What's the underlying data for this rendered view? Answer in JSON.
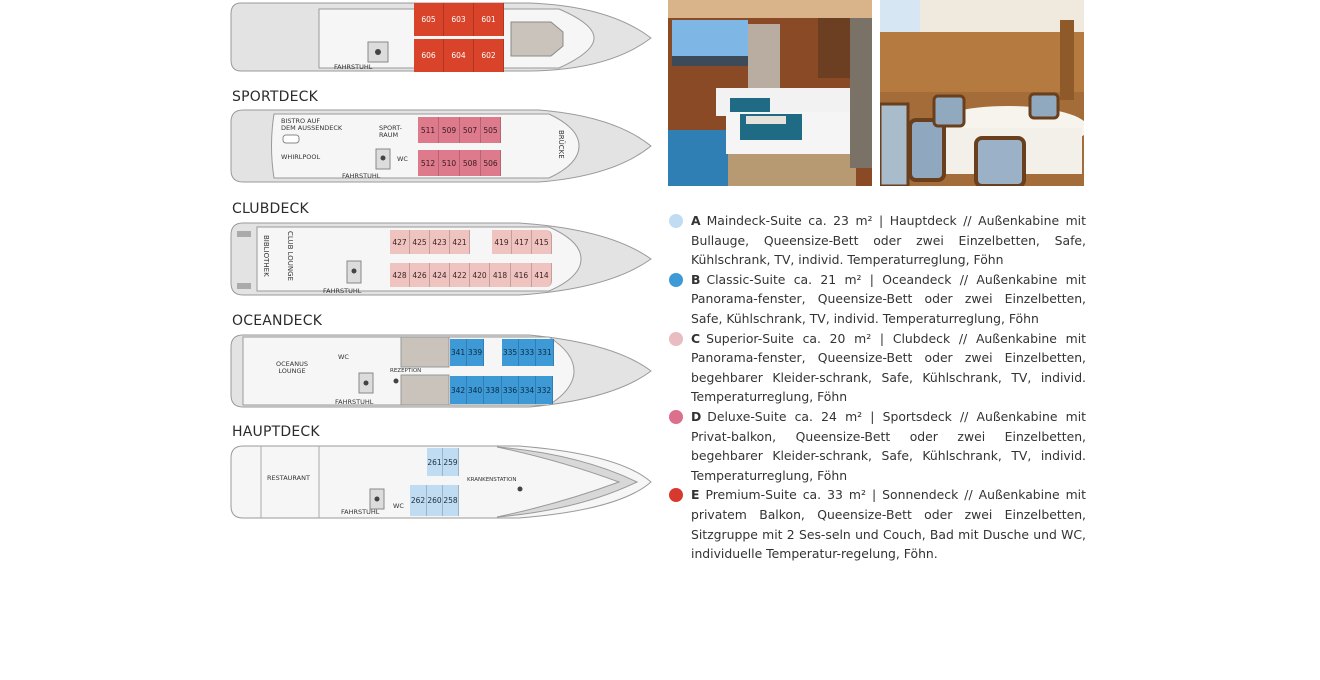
{
  "decks": [
    {
      "id": "sonnendeck",
      "title": "",
      "labels": {
        "elevator": "FAHRSTUHL"
      },
      "cabins": [
        {
          "no": "605",
          "category": "E"
        },
        {
          "no": "603",
          "category": "E"
        },
        {
          "no": "601",
          "category": "E"
        },
        {
          "no": "606",
          "category": "E"
        },
        {
          "no": "604",
          "category": "E"
        },
        {
          "no": "602",
          "category": "E"
        }
      ]
    },
    {
      "id": "sportdeck",
      "title": "SPORTDECK",
      "labels": {
        "bistro": "BISTRO AUF\nDEM AUSSENDECK",
        "whirlpool": "WHIRLPOOL",
        "sportraum": "SPORT-\nRAUM",
        "wc": "WC",
        "elevator": "FAHRSTUHL",
        "bridge": "BRÜCKE"
      },
      "cabins": [
        {
          "no": "511",
          "category": "D"
        },
        {
          "no": "509",
          "category": "D"
        },
        {
          "no": "507",
          "category": "D"
        },
        {
          "no": "505",
          "category": "D"
        },
        {
          "no": "512",
          "category": "D"
        },
        {
          "no": "510",
          "category": "D"
        },
        {
          "no": "508",
          "category": "D"
        },
        {
          "no": "506",
          "category": "D"
        }
      ]
    },
    {
      "id": "clubdeck",
      "title": "CLUBDECK",
      "labels": {
        "library": "BIBLIOTHEK",
        "lounge": "CLUB LOUNGE",
        "elevator": "FAHRSTUHL"
      },
      "cabins_top": [
        "427",
        "425",
        "423",
        "421",
        "419",
        "417",
        "415"
      ],
      "cabins_bottom": [
        "428",
        "426",
        "424",
        "422",
        "420",
        "418",
        "416",
        "414"
      ],
      "category": "C"
    },
    {
      "id": "oceandeck",
      "title": "OCEANDECK",
      "labels": {
        "lounge": "OCEANUS\nLOUNGE",
        "wc": "WC",
        "reception": "REZEPTION",
        "elevator": "FAHRSTUHL"
      },
      "cabins_top": [
        "341",
        "339",
        "335",
        "333",
        "331"
      ],
      "cabins_bottom": [
        "342",
        "340",
        "338",
        "336",
        "334",
        "332"
      ],
      "category": "B"
    },
    {
      "id": "hauptdeck",
      "title": "HAUPTDECK",
      "labels": {
        "restaurant": "RESTAURANT",
        "infirmary": "KRANKENSTATION",
        "elevator": "FAHRSTUHL",
        "wc": "WC"
      },
      "cabins_top": [
        "261",
        "259"
      ],
      "cabins_bottom": [
        "262",
        "260",
        "258"
      ],
      "category": "A"
    }
  ],
  "photos": [
    {
      "name": "suite-bedroom-photo",
      "description": "Twin beds in wood-panelled cabin with panorama window"
    },
    {
      "name": "restaurant-photo",
      "description": "Restaurant with set round tables and upholstered chairs"
    }
  ],
  "legend": [
    {
      "key": "A",
      "color": "#bfdcf2",
      "text": "Maindeck-Suite ca. 23 m² | Hauptdeck // Außenkabine mit Bullauge, Queensize-Bett oder zwei Einzelbetten, Safe, Kühlschrank, TV, individ. Temperaturreglung, Föhn"
    },
    {
      "key": "B",
      "color": "#3d9ad6",
      "text": "Classic-Suite ca. 21 m² | Oceandeck // Außenkabine mit Panorama-fenster, Queensize-Bett oder zwei Einzelbetten, Safe, Kühlschrank, TV, individ. Temperaturreglung, Föhn"
    },
    {
      "key": "C",
      "color": "#e8bcc1",
      "text": "Superior-Suite ca. 20 m² | Clubdeck // Außenkabine mit Panorama-fenster, Queensize-Bett oder zwei Einzelbetten, begehbarer Kleider-schrank, Safe, Kühlschrank, TV, individ. Temperaturreglung, Föhn"
    },
    {
      "key": "D",
      "color": "#db6f8c",
      "text": "Deluxe-Suite ca. 24 m² | Sportsdeck // Außenkabine mit Privat-balkon, Queensize-Bett oder zwei Einzelbetten, begehbarer Kleider-schrank, Safe, Kühlschrank, TV, individ. Temperaturreglung, Föhn"
    },
    {
      "key": "E",
      "color": "#d8392e",
      "text": "Premium-Suite ca. 33 m² | Sonnendeck // Außenkabine mit privatem Balkon, Queensize-Bett oder zwei Einzelbetten, Sitzgruppe mit 2 Ses-seln und Couch, Bad mit Dusche und WC, individuelle Temperatur-regelung, Föhn."
    }
  ],
  "colors": {
    "E": "#d8432a",
    "D": "#dd7b8d",
    "C": "#efc3c0",
    "B": "#3d9ad6",
    "A": "#bfdcf2",
    "hull": "#e4e4e4",
    "deck": "#f4f4f4",
    "outline": "#9a9a9a"
  }
}
